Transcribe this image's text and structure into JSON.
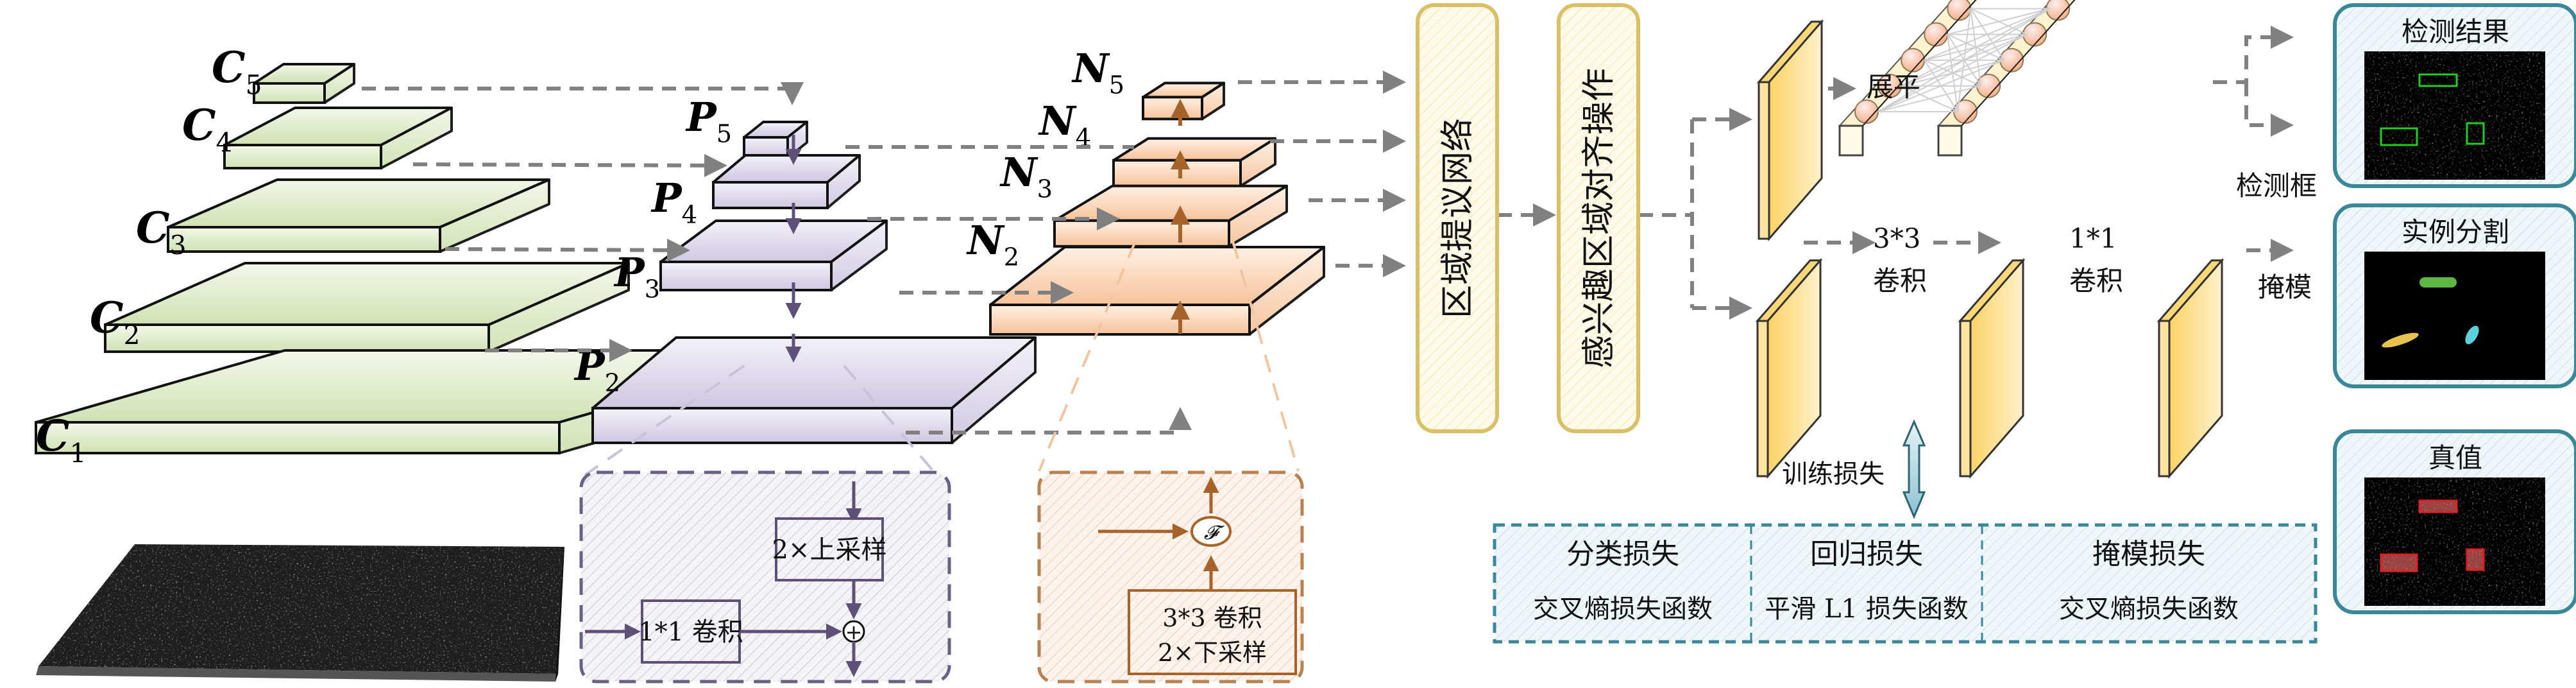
{
  "backbone": {
    "labels": [
      {
        "main": "C",
        "sub": "5"
      },
      {
        "main": "C",
        "sub": "4"
      },
      {
        "main": "C",
        "sub": "3"
      },
      {
        "main": "C",
        "sub": "2"
      },
      {
        "main": "C",
        "sub": "1"
      }
    ],
    "color": "#d7e8bd"
  },
  "fpn": {
    "labels": [
      {
        "main": "P",
        "sub": "5"
      },
      {
        "main": "P",
        "sub": "4"
      },
      {
        "main": "P",
        "sub": "3"
      },
      {
        "main": "P",
        "sub": "2"
      }
    ],
    "color": "#ddd6ea",
    "detail": {
      "upsample_label": "2×上采样",
      "conv_label": "1*1 卷积",
      "add_symbol": "+"
    }
  },
  "pan": {
    "labels": [
      {
        "main": "N",
        "sub": "5"
      },
      {
        "main": "N",
        "sub": "4"
      },
      {
        "main": "N",
        "sub": "3"
      },
      {
        "main": "N",
        "sub": "2"
      }
    ],
    "color": "#fbd5b3",
    "detail": {
      "fusion_symbol": "𝓕",
      "conv_line1": "3*3 卷积",
      "conv_line2": "2×下采样"
    }
  },
  "rpn": {
    "label": "区域提议网络"
  },
  "roi_align": {
    "label": "感兴趣区域对齐操作"
  },
  "heads": {
    "flatten_label": "展平",
    "conv3_label_top": "3*3",
    "conv3_label_bottom": "卷积",
    "conv1_label_top": "1*1",
    "conv1_label_bottom": "卷积",
    "bbox_label": "检测框",
    "mask_label": "掩模"
  },
  "loss": {
    "title": "训练损失",
    "cells": [
      {
        "name": "分类损失",
        "fn": "交叉熵损失函数"
      },
      {
        "name": "回归损失",
        "fn": "平滑  L1 损失函数"
      },
      {
        "name": "掩模损失",
        "fn": "交叉熵损失函数"
      }
    ]
  },
  "results": [
    {
      "title": "检测结果",
      "type": "detection",
      "box_color": "#22cc22"
    },
    {
      "title": "实例分割",
      "type": "segmentation"
    },
    {
      "title": "真值",
      "type": "ground-truth",
      "box_color": "#e02020"
    }
  ],
  "colors": {
    "arrow_gray": "#808080",
    "fpn_stroke": "#5e5079",
    "pan_stroke": "#a8632a",
    "rpn_border": "#d9bf66",
    "teal": "#3a8799"
  }
}
